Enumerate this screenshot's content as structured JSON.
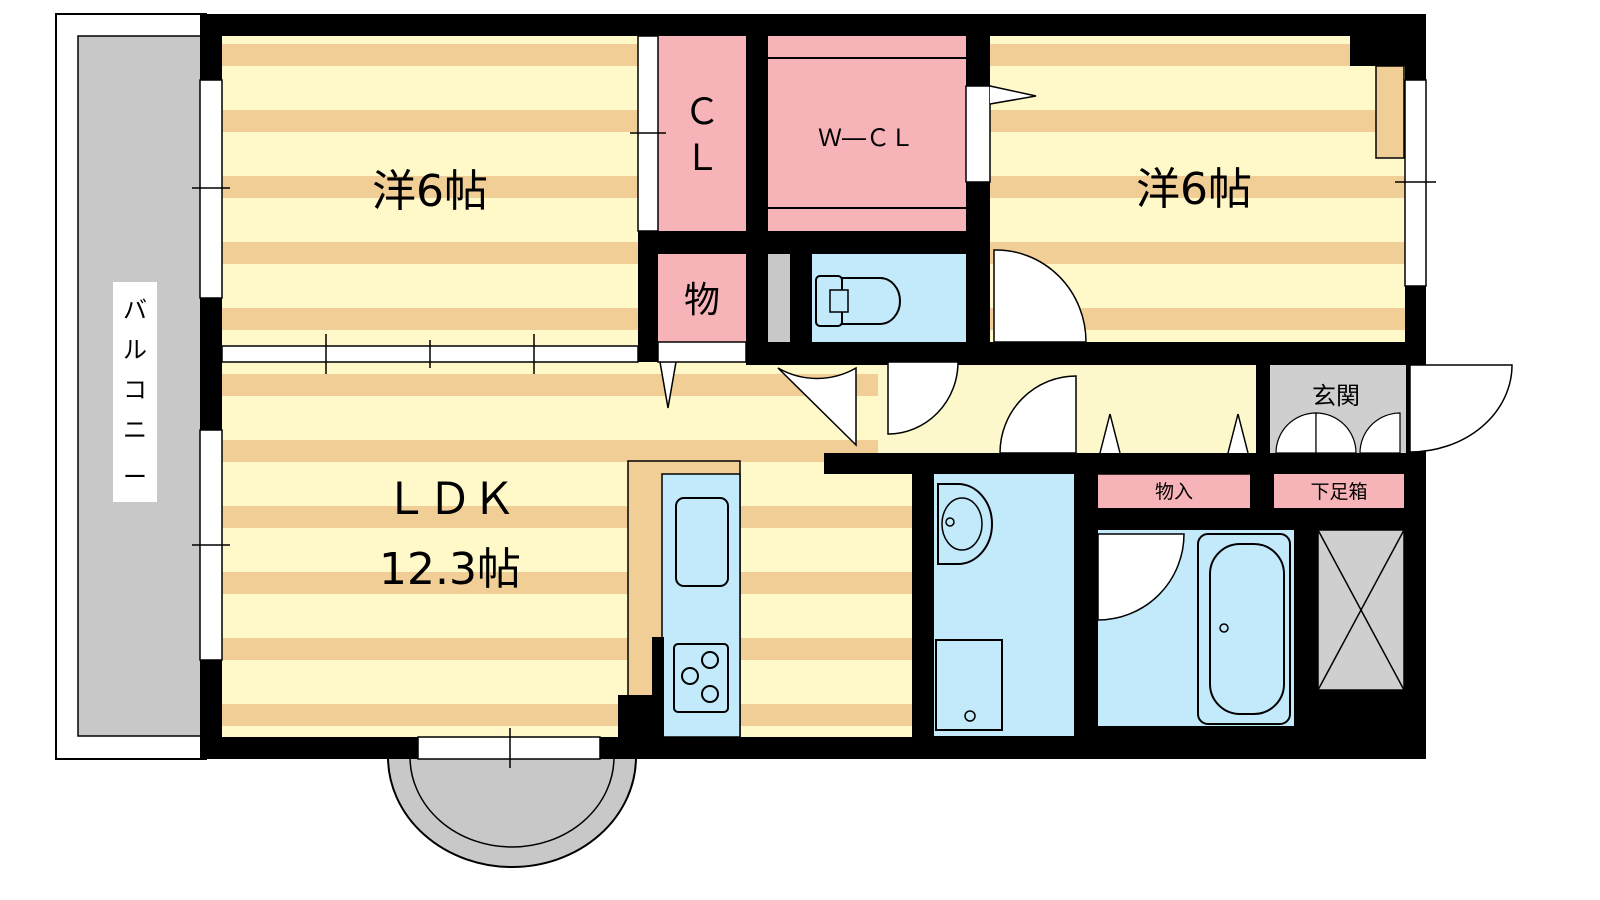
{
  "floorplan": {
    "colors": {
      "stripe_light": "#FFF9C9",
      "stripe_dark": "#F1CE96",
      "closet_pink": "#F7B4B8",
      "wet_blue": "#C2EAFA",
      "balcony_gray": "#C8C8C8",
      "entrance_gray": "#CFCFCF",
      "hall_yellow": "#FDF8CB",
      "wall": "#000000"
    },
    "rooms": {
      "western_left": "洋6帖",
      "western_right": "洋6帖",
      "ldk": "ＬＤＫ",
      "ldk_size": "12.3帖",
      "closet_c": "Ｃ",
      "closet_l": "Ｌ",
      "walk_in_closet": "Ｗ―ＣＬ",
      "storage": "物",
      "storage_small": "物入",
      "entrance": "玄関",
      "shoe_cabinet": "下足箱",
      "balcony": [
        "バ",
        "ル",
        "コ",
        "ニ",
        "ー"
      ]
    },
    "fixtures": [
      "toilet-icon",
      "sink-icon",
      "stove-icon",
      "bathtub-icon",
      "washbasin-icon",
      "washing-machine-icon"
    ]
  }
}
